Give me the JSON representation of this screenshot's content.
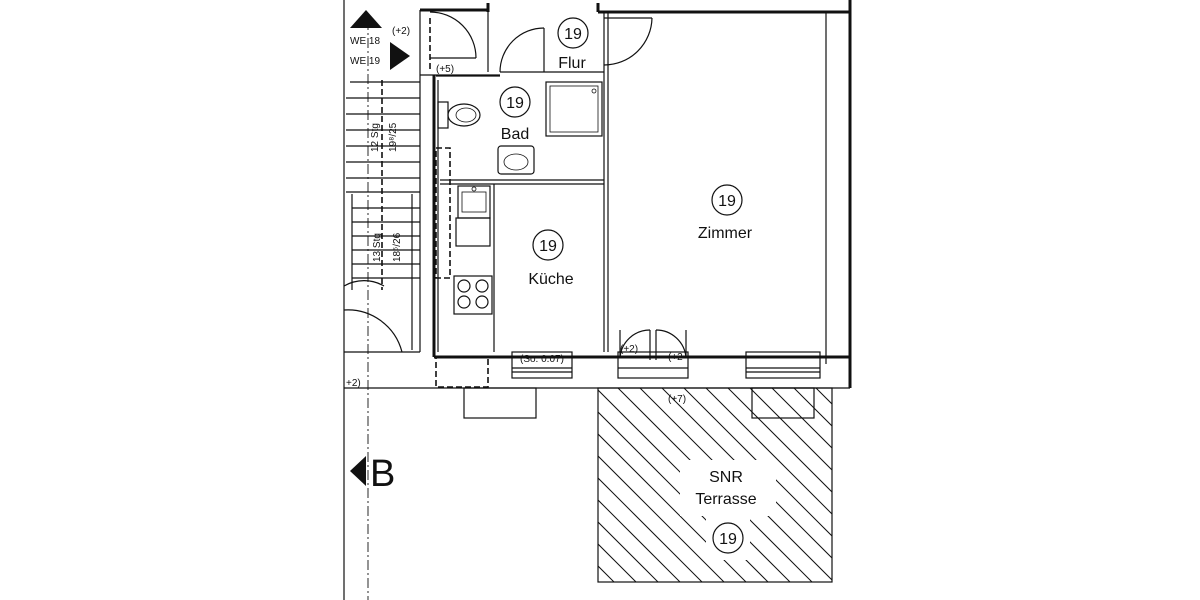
{
  "rooms": {
    "flur": {
      "number": "19",
      "name": "Flur"
    },
    "bad": {
      "number": "19",
      "name": "Bad"
    },
    "kueche": {
      "number": "19",
      "name": "Küche"
    },
    "zimmer": {
      "number": "19",
      "name": "Zimmer"
    },
    "terrasse": {
      "number": "19",
      "name_line1": "SNR",
      "name_line2": "Terrasse"
    }
  },
  "stair_labels": {
    "we18": "WE 18",
    "we19": "WE 19",
    "upper_steps": "12 Stg",
    "upper_ratio": "19⁸/25",
    "lower_steps": "13 Stg",
    "lower_ratio": "18⁵/26"
  },
  "level_marks": {
    "top_door": "(+2)",
    "entry": "(+5)",
    "left_bottom": "+2)",
    "terrace_door_left": "(+2)",
    "terrace_door_right": "(+2",
    "terrace_level": "(+7)"
  },
  "window_note": "(So. 0.07)",
  "section_marker": "B"
}
